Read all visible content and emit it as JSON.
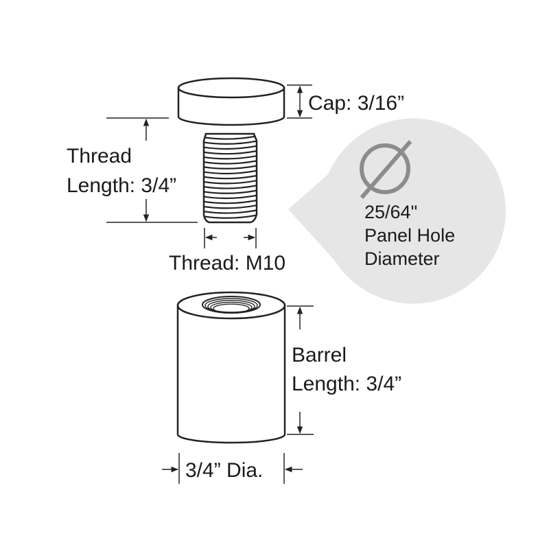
{
  "labels": {
    "cap": "Cap: 3/16”",
    "thread_length_line1": "Thread",
    "thread_length_line2": "Length: 3/4”",
    "thread_size": "Thread: M10",
    "panel_hole_line1": "25/64\"",
    "panel_hole_line2": "Panel Hole",
    "panel_hole_line3": "Diameter",
    "barrel_length_line1": "Barrel",
    "barrel_length_line2": "Length: 3/4”",
    "barrel_diameter": "3/4” Dia."
  },
  "icons": {
    "diameter": "diameter-symbol-icon"
  },
  "colors": {
    "callout_fill": "#e6e6e6",
    "diameter_symbol": "#8c8c8c",
    "outline": "#222222",
    "part_fill": "#ffffff"
  }
}
